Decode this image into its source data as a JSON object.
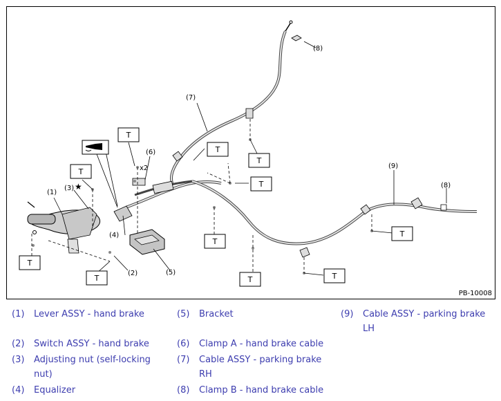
{
  "figure": {
    "code": "PB-10008",
    "callouts": {
      "c1": "(1)",
      "c2": "(2)",
      "c3": "(3)",
      "c4": "(4)",
      "c5": "(5)",
      "c6": "(6)",
      "c7": "(7)",
      "c8a": "(8)",
      "c8b": "(8)",
      "c9": "(9)"
    },
    "torque_label": "T",
    "star": "★",
    "x2": "x2"
  },
  "legend": [
    {
      "num": "(1)",
      "text": "Lever ASSY - hand brake"
    },
    {
      "num": "(2)",
      "text": "Switch ASSY - hand brake"
    },
    {
      "num": "(3)",
      "text": "Adjusting nut (self-locking nut)"
    },
    {
      "num": "(4)",
      "text": "Equalizer"
    },
    {
      "num": "(5)",
      "text": "Bracket"
    },
    {
      "num": "(6)",
      "text": "Clamp A - hand brake cable"
    },
    {
      "num": "(7)",
      "text": "Cable ASSY - parking brake RH"
    },
    {
      "num": "(8)",
      "text": "Clamp B - hand brake cable"
    },
    {
      "num": "(9)",
      "text": "Cable ASSY - parking brake LH"
    }
  ],
  "colors": {
    "legend_text": "#3d3daf",
    "line": "#000000",
    "part_fill": "#d4d4d4"
  }
}
